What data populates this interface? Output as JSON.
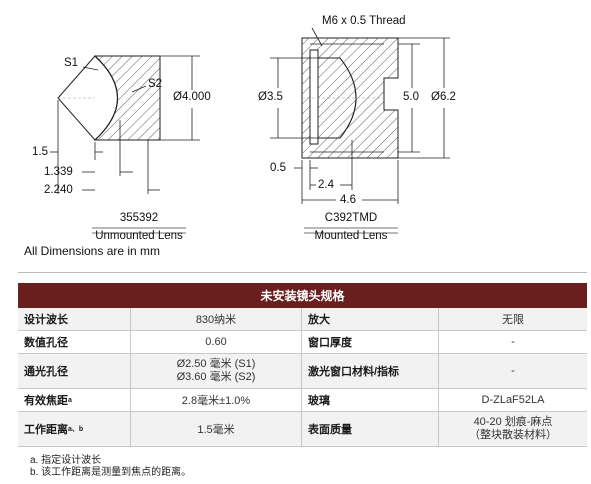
{
  "drawing": {
    "unmounted": {
      "s1": "S1",
      "s2": "S2",
      "diameter": "Ø4.000",
      "d1": "1.5",
      "d2": "1.339",
      "d3": "2.240",
      "part": "355392",
      "caption": "Unmounted Lens"
    },
    "mounted": {
      "thread": "M6 x 0.5 Thread",
      "inner_diameter": "Ø3.5",
      "height": "5.0",
      "outer_diameter": "Ø6.2",
      "d1": "0.5",
      "d2": "2.4",
      "d3": "4.6",
      "part": "C392TMD",
      "caption": "Mounted Lens"
    },
    "all_dims": "All Dimensions are in mm"
  },
  "table": {
    "title": "未安装镜头规格",
    "rows": [
      {
        "l1": "设计波长",
        "v1": "830纳米",
        "l2": "放大",
        "v2": "无限"
      },
      {
        "l1": "数值孔径",
        "v1": "0.60",
        "l2": "窗口厚度",
        "v2": "-"
      },
      {
        "l1": "通光孔径",
        "v1a": "Ø2.50 毫米 (S1)",
        "v1b": "Ø3.60 毫米 (S2)",
        "l2": "激光窗口材料/指标",
        "v2": "-"
      },
      {
        "l1": "有效焦距",
        "l1sup": "a",
        "v1": "2.8毫米±1.0%",
        "l2": "玻璃",
        "v2": "D-ZLaF52LA"
      },
      {
        "l1": "工作距离",
        "l1sup": "a、b",
        "v1": "1.5毫米",
        "l2": "表面质量",
        "v2a": "40-20 划痕-麻点",
        "v2b": "（整块散装材料）"
      }
    ]
  },
  "notes": {
    "a": "a. 指定设计波长",
    "b": "b. 该工作距离是测量到焦点的距离。"
  }
}
